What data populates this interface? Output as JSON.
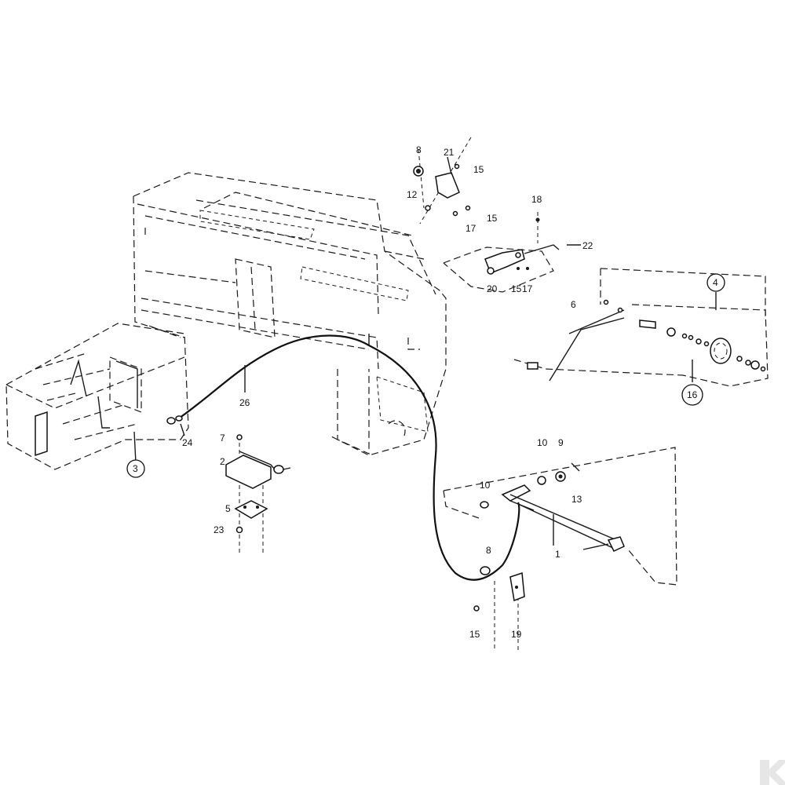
{
  "diagram": {
    "labels": {
      "p8_top": "8",
      "p21": "21",
      "p15_a": "15",
      "p12": "12",
      "p15_b": "15",
      "p17_a": "17",
      "p18": "18",
      "p22": "22",
      "p20": "20",
      "p15_c": "15",
      "p17_b": "17",
      "p4": "4",
      "p6": "6",
      "p16": "16",
      "p26": "26",
      "p24": "24",
      "p3": "3",
      "p7": "7",
      "p2": "2",
      "p5": "5",
      "p23": "23",
      "p10_a": "10",
      "p9": "9",
      "p13": "13",
      "p10_b": "10",
      "p1": "1",
      "p8_bottom": "8",
      "p15_d": "15",
      "p19": "19"
    },
    "colors": {
      "line": "#1a1a1a",
      "background": "#ffffff",
      "logo": "#e6e6e6"
    },
    "logo_icon": "kramp-k-logo"
  }
}
